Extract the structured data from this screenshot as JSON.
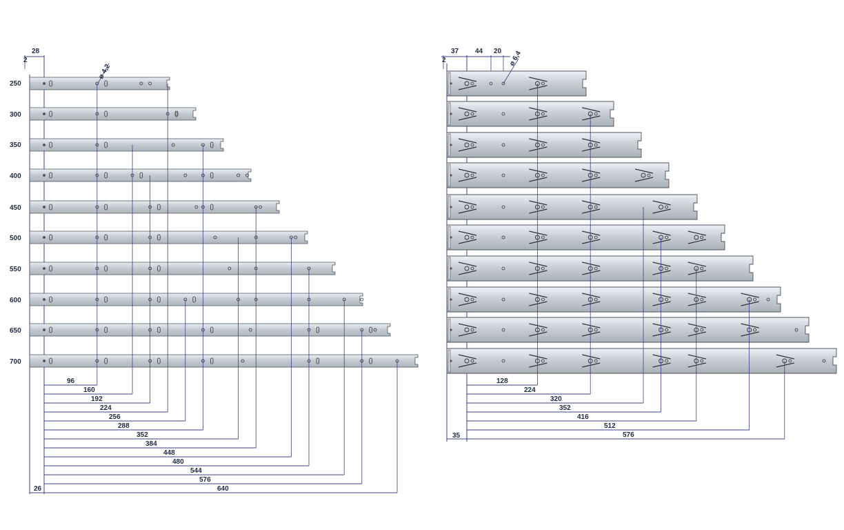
{
  "colors": {
    "line": "#3d3f8f",
    "rail_fill": "#cdd3d8",
    "rail_stroke": "#4a5260",
    "text": "#1e2a44"
  },
  "left": {
    "row_labels": [
      "250",
      "300",
      "350",
      "400",
      "450",
      "500",
      "550",
      "600",
      "650",
      "700"
    ],
    "top_dim": "28",
    "top_dim_small": "2",
    "hole_label": "ø 4,2",
    "left_dim": "26",
    "dimensions": [
      "96",
      "160",
      "192",
      "224",
      "256",
      "288",
      "352",
      "384",
      "448",
      "480",
      "544",
      "576",
      "640"
    ]
  },
  "right": {
    "top_dims": [
      "37",
      "44",
      "20"
    ],
    "top_dim_small": "2",
    "hole_label": "ø 6,4",
    "left_dim": "35",
    "dimensions": [
      "128",
      "224",
      "320",
      "352",
      "416",
      "512",
      "576"
    ]
  }
}
